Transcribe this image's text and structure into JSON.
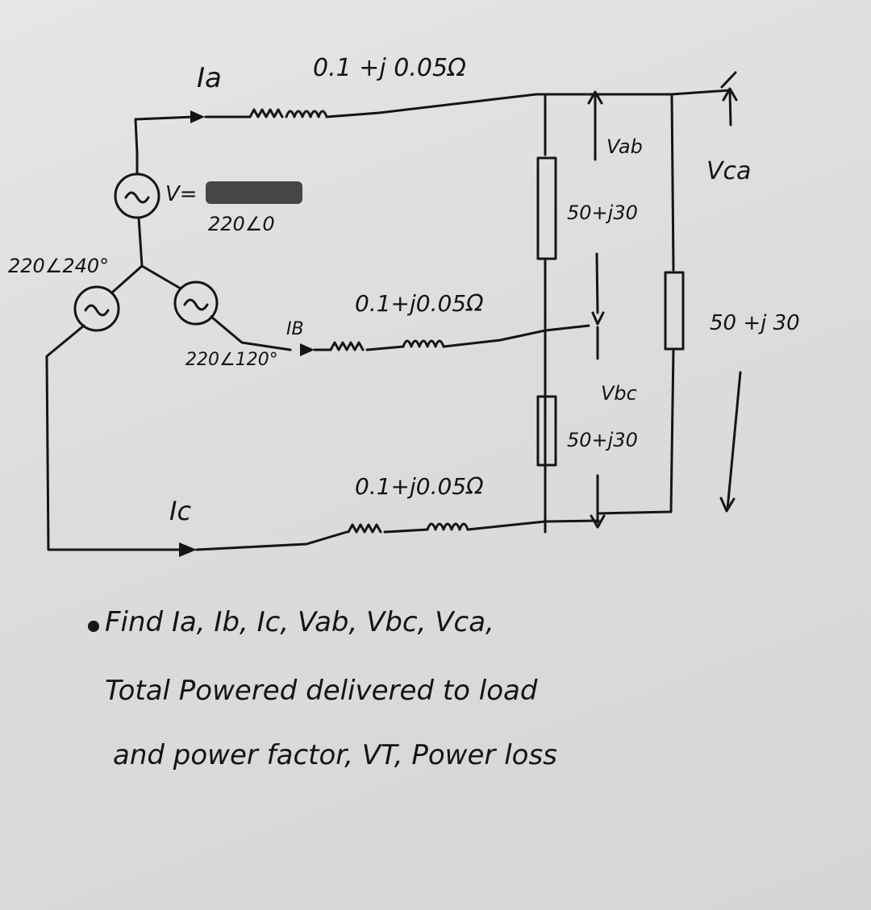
{
  "labels": {
    "ia": "Ia",
    "line_a_impedance": "0.1 +j 0.05Ω",
    "vab": "Vab",
    "vca": "Vca",
    "va": "V=",
    "va_value": "220∠0",
    "vc_source": "220∠240°",
    "load_ab": "50+j30",
    "ib": "IB",
    "line_b_impedance": "0.1+j0.05Ω",
    "load_ca": "50 +j 30",
    "vb_source": "220∠120°",
    "vbc": "Vbc",
    "load_bc": "50+j30",
    "line_c_impedance": "0.1+j0.05Ω",
    "ic": "Ic"
  },
  "question": {
    "line1": "Find Ia, Ib, Ic, Vab, Vbc, Vca,",
    "line2": "Total Powered delivered to load",
    "line3": "and power factor, VT, Power loss"
  }
}
